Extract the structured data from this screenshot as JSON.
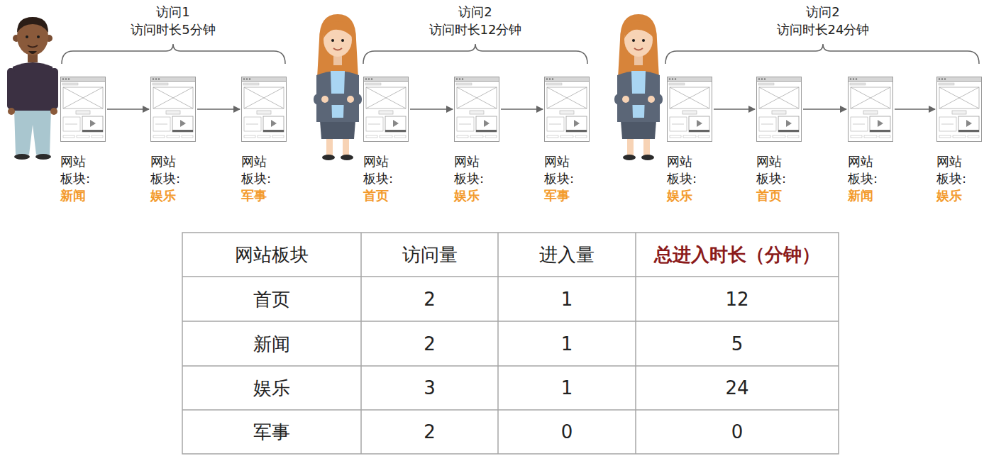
{
  "diagram": {
    "nodes": [
      {
        "text": [
          "网站 板块:",
          "新闻"
        ]
      },
      {
        "text": [
          "网站 板块:",
          "娱乐"
        ]
      },
      {
        "text": [
          "网站 板块:",
          "军事"
        ]
      },
      {
        "text": [
          "网站 板块:",
          "首页"
        ]
      },
      {
        "text": [
          "网站 板块:",
          "娱乐"
        ]
      },
      {
        "text": [
          "网站 板块:",
          "军事"
        ]
      },
      {
        "text": [
          "网站 板块:",
          "娱乐"
        ]
      },
      {
        "text": [
          "网站 板块:",
          "首页"
        ]
      },
      {
        "text": [
          "网站 板块:",
          "新闻"
        ]
      },
      {
        "text": [
          "网站 板块:",
          "娱乐"
        ]
      }
    ],
    "edges": [
      {
        "from": 0,
        "to": 1,
        "arrow": "to"
      },
      {
        "from": 1,
        "to": 2,
        "arrow": "to"
      },
      {
        "from": 3,
        "to": 4,
        "arrow": "to"
      },
      {
        "from": 4,
        "to": 5,
        "arrow": "to"
      },
      {
        "from": 6,
        "to": 7,
        "arrow": "to"
      },
      {
        "from": 7,
        "to": 8,
        "arrow": "to"
      },
      {
        "from": 8,
        "to": 9,
        "arrow": "to"
      }
    ],
    "labels": [
      "访问1 访问时长5分钟",
      "访问2 访问时长12分钟",
      "访问2 访问时长24分钟",
      "网站板块",
      "访问量",
      "进入量",
      "总进入时长（分钟）",
      "首页",
      "2",
      "1",
      "12",
      "新闻",
      "2",
      "1",
      "5",
      "娱乐",
      "3",
      "1",
      "24",
      "军事",
      "2",
      "0",
      "0"
    ]
  }
}
